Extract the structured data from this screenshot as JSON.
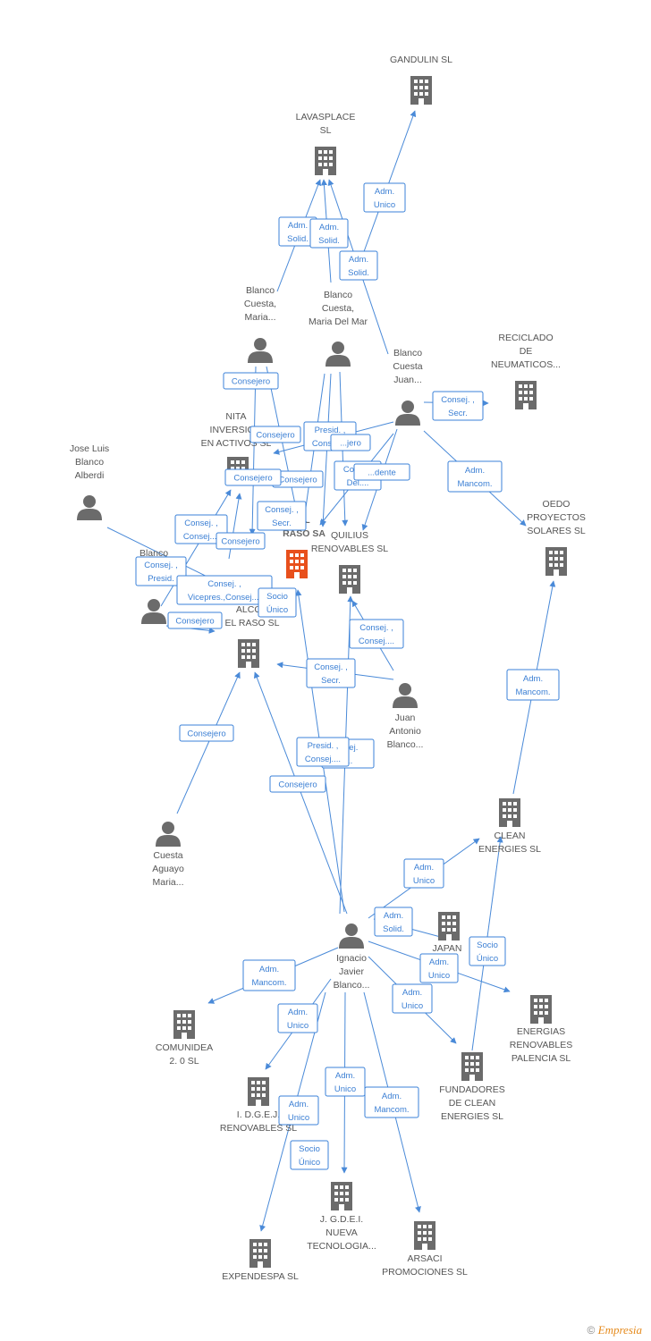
{
  "colors": {
    "node": "#6b6b6b",
    "main_node": "#e8501c",
    "edge": "#4a8ad8",
    "label": "#3b7fd4"
  },
  "nodes": [
    {
      "id": "gandulin",
      "kind": "company",
      "lines": [
        "GANDULIN  SL"
      ]
    },
    {
      "id": "lavasplace",
      "kind": "company",
      "lines": [
        "LAVASPLACE",
        "SL"
      ]
    },
    {
      "id": "reciclado",
      "kind": "company",
      "lines": [
        "RECICLADO",
        "DE",
        "NEUMATICOS..."
      ]
    },
    {
      "id": "oedo",
      "kind": "company",
      "lines": [
        "OEDO",
        "PROYECTOS",
        "SOLARES  SL"
      ]
    },
    {
      "id": "nita",
      "kind": "company",
      "lines": [
        "NITA",
        "INVERSIO...",
        "EN ACTIVOS  SL"
      ]
    },
    {
      "id": "main",
      "kind": "company-main",
      "lines": [
        "EL",
        "RASO SA"
      ]
    },
    {
      "id": "quilius",
      "kind": "company",
      "lines": [
        "QUILIUS",
        "RENOVABLES SL"
      ]
    },
    {
      "id": "alcor",
      "kind": "company",
      "lines": [
        "ALCOR",
        "EL RASO  SL"
      ]
    },
    {
      "id": "clean",
      "kind": "company",
      "lines": [
        "CLEAN",
        "ENERGIES SL"
      ]
    },
    {
      "id": "japan",
      "kind": "company",
      "lines": [
        "JAPAN",
        "E...",
        "SL"
      ]
    },
    {
      "id": "energias",
      "kind": "company",
      "lines": [
        "ENERGIAS",
        "RENOVABLES",
        "PALENCIA SL"
      ]
    },
    {
      "id": "fundadores",
      "kind": "company",
      "lines": [
        "FUNDADORES",
        "DE CLEAN",
        "ENERGIES SL"
      ]
    },
    {
      "id": "comunidea",
      "kind": "company",
      "lines": [
        "COMUNIDEA",
        "2. 0 SL"
      ]
    },
    {
      "id": "idgej",
      "kind": "company",
      "lines": [
        "I. D.G.E.J.",
        "RENOVABLES SL"
      ]
    },
    {
      "id": "jgdei",
      "kind": "company",
      "lines": [
        "J. G.D.E.I.",
        "NUEVA",
        "TECNOLOGIA..."
      ]
    },
    {
      "id": "arsaci",
      "kind": "company",
      "lines": [
        "ARSACI",
        "PROMOCIONES SL"
      ]
    },
    {
      "id": "expendespa",
      "kind": "company",
      "lines": [
        "EXPENDESPA SL"
      ]
    },
    {
      "id": "bc_maria",
      "kind": "person",
      "lines": [
        "Blanco",
        "Cuesta,",
        "Maria..."
      ]
    },
    {
      "id": "bc_mariadelmar",
      "kind": "person",
      "lines": [
        "Blanco",
        "Cuesta,",
        "Maria Del Mar"
      ]
    },
    {
      "id": "bc_juan",
      "kind": "person",
      "lines": [
        "Blanco",
        "Cuesta",
        "Juan..."
      ]
    },
    {
      "id": "jose_luis",
      "kind": "person",
      "lines": [
        "Jose Luis",
        "Blanco",
        "Alberdi"
      ]
    },
    {
      "id": "blanco_jo",
      "kind": "person",
      "lines": [
        "Blanco",
        "Jo..."
      ]
    },
    {
      "id": "juan_antonio",
      "kind": "person",
      "lines": [
        "Juan",
        "Antonio",
        "Blanco..."
      ]
    },
    {
      "id": "cuesta_aguayo",
      "kind": "person",
      "lines": [
        "Cuesta",
        "Aguayo",
        "Maria..."
      ]
    },
    {
      "id": "ignacio",
      "kind": "person",
      "lines": [
        "Ignacio",
        "Javier",
        "Blanco..."
      ]
    }
  ],
  "edge_labels": [
    {
      "id": "e1",
      "lines": [
        "Adm.",
        "Unico"
      ]
    },
    {
      "id": "e2",
      "lines": [
        "Adm.",
        "Solid."
      ]
    },
    {
      "id": "e3",
      "lines": [
        "Adm.",
        "Solid."
      ]
    },
    {
      "id": "e4",
      "lines": [
        "Adm.",
        "Solid."
      ]
    },
    {
      "id": "e5",
      "lines": [
        "Consej. ,",
        "Secr."
      ]
    },
    {
      "id": "e6",
      "lines": [
        "Consejero"
      ]
    },
    {
      "id": "e7",
      "lines": [
        "Consejero"
      ]
    },
    {
      "id": "e8",
      "lines": [
        "Presid. ,",
        "Consej...."
      ]
    },
    {
      "id": "e9",
      "lines": [
        "...jero"
      ]
    },
    {
      "id": "e10",
      "lines": [
        "Consejero"
      ]
    },
    {
      "id": "e11",
      "lines": [
        "Consejero"
      ]
    },
    {
      "id": "e12",
      "lines": [
        "Consej.",
        "Del...."
      ]
    },
    {
      "id": "e13",
      "lines": [
        "...dente"
      ]
    },
    {
      "id": "e14",
      "lines": [
        "Adm.",
        "Mancom."
      ]
    },
    {
      "id": "e15",
      "lines": [
        "Consej. ,",
        "Consej...."
      ]
    },
    {
      "id": "e16",
      "lines": [
        "Consej. ,",
        "Secr."
      ]
    },
    {
      "id": "e17",
      "lines": [
        "Consejero"
      ]
    },
    {
      "id": "e18",
      "lines": [
        "Consej. ,",
        "Presid."
      ]
    },
    {
      "id": "e19",
      "lines": [
        "Consej. ,",
        "Vicepres.,Consej...."
      ]
    },
    {
      "id": "e20",
      "lines": [
        "Socio",
        "Único"
      ]
    },
    {
      "id": "e21",
      "lines": [
        "Consejero"
      ]
    },
    {
      "id": "e22",
      "lines": [
        "Consej. ,",
        "Consej...."
      ]
    },
    {
      "id": "e23",
      "lines": [
        "Consej. ,",
        "Secr."
      ]
    },
    {
      "id": "e24",
      "lines": [
        "Adm.",
        "Mancom."
      ]
    },
    {
      "id": "e25",
      "lines": [
        "Consejero"
      ]
    },
    {
      "id": "e26",
      "lines": [
        "...sej.",
        "...."
      ]
    },
    {
      "id": "e27",
      "lines": [
        "Presid. ,",
        "Consej...."
      ]
    },
    {
      "id": "e28",
      "lines": [
        "Consejero"
      ]
    },
    {
      "id": "e29",
      "lines": [
        "Adm.",
        "Unico"
      ]
    },
    {
      "id": "e30",
      "lines": [
        "Adm.",
        "Solid."
      ]
    },
    {
      "id": "e31",
      "lines": [
        "Socio",
        "Único"
      ]
    },
    {
      "id": "e32",
      "lines": [
        "Adm.",
        "Unico"
      ]
    },
    {
      "id": "e33",
      "lines": [
        "Adm.",
        "Unico"
      ]
    },
    {
      "id": "e34",
      "lines": [
        "Adm.",
        "Mancom."
      ]
    },
    {
      "id": "e35",
      "lines": [
        "Adm.",
        "Unico"
      ]
    },
    {
      "id": "e36",
      "lines": [
        "Adm.",
        "Unico"
      ]
    },
    {
      "id": "e37",
      "lines": [
        "Adm.",
        "Mancom."
      ]
    },
    {
      "id": "e38",
      "lines": [
        "Adm.",
        "Unico"
      ]
    },
    {
      "id": "e39",
      "lines": [
        "Socio",
        "Único"
      ]
    }
  ],
  "footer": {
    "copyright": "©",
    "brand": "Empresia"
  }
}
